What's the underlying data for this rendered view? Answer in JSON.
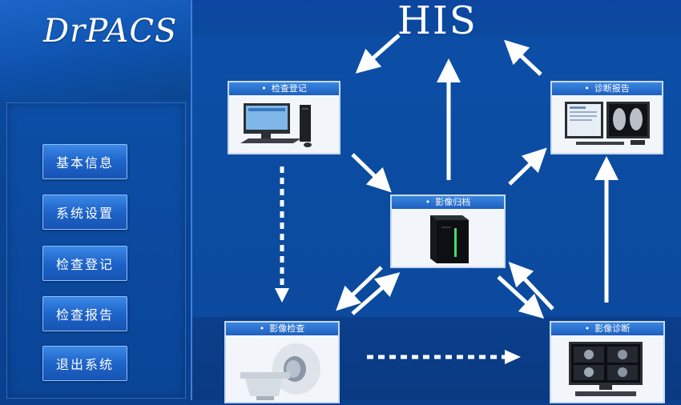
{
  "sidebar": {
    "logo": "DrPACS",
    "menu": [
      {
        "label": "基本信息"
      },
      {
        "label": "系统设置"
      },
      {
        "label": "检查登记"
      },
      {
        "label": "检查报告"
      },
      {
        "label": "退出系统"
      }
    ]
  },
  "diagram": {
    "hub": "HIS",
    "nodes": {
      "registration": "检查登记",
      "diagnosis_report": "诊断报告",
      "archive": "影像归档",
      "imaging_exam": "影像检查",
      "imaging_diagnosis": "影像诊断"
    },
    "bullet": "•"
  },
  "colors": {
    "background": "#0b4ca1",
    "button": "#1e64c9",
    "title_bar": "#2a72d4"
  }
}
